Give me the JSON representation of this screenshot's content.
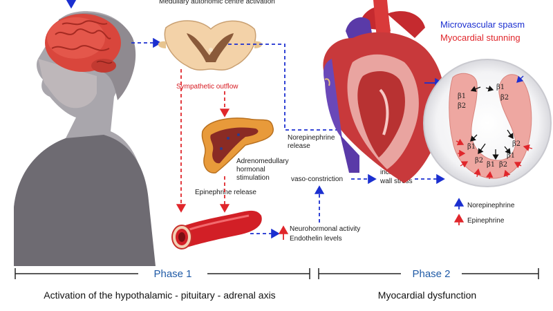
{
  "diagram": {
    "top_caption": "Medullary autonomic centre activation",
    "sympathetic_outflow": "Sympathetic outflow",
    "norepinephrine_release": [
      "Norepinephrine",
      "release"
    ],
    "adrenomedullary": [
      "Adrenomedullary",
      "hormonal",
      "stimulation"
    ],
    "epinephrine_release": "Epinephrine release",
    "vasoconstriction": "vaso-constriction",
    "increased_wall_stress": [
      "increased",
      "wall stress"
    ],
    "neurohormonal": "Neurohormonal activity",
    "endothelin": "Endothelin levels",
    "microvascular_spasm": "Microvascular spasm",
    "myocardial_stunning": "Myocardial stunning",
    "beta1": "β1",
    "beta2": "β2",
    "legend": {
      "norepinephrine": "Norepinephrine",
      "epinephrine": "Epinephrine"
    },
    "phase1": "Phase 1",
    "phase2": "Phase 2",
    "phase1_desc": "Activation of the hypothalamic - pituitary - adrenal axis",
    "phase2_desc": "Myocardial dysfunction",
    "colors": {
      "blue": "#1b2fd0",
      "red": "#e0262b",
      "phase": "#1f5aa6"
    }
  }
}
